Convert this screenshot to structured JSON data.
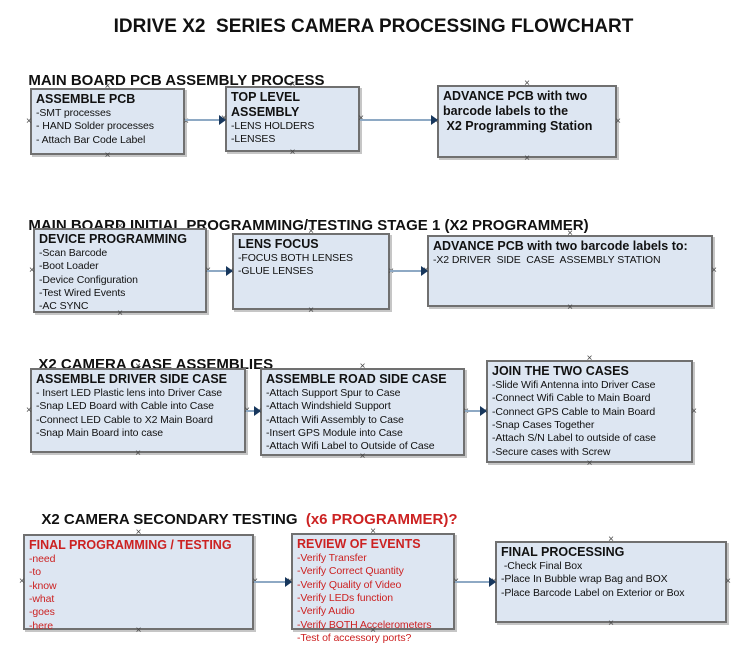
{
  "title": "IDRIVE X2  SERIES CAMERA PROCESSING FLOWCHART",
  "icons": {
    "connection_point": "×",
    "arrowhead": "right-triangle"
  },
  "colors": {
    "box_fill": "#dde6f2",
    "box_border": "#707070",
    "red_text": "#cc2222",
    "arrow_line": "#8ea9c4",
    "arrow_head": "#17375d",
    "marker": "#474747"
  },
  "sections": [
    {
      "heading": "MAIN BOARD PCB ASSEMBLY PROCESS",
      "heading_red": "",
      "boxes": [
        {
          "title": "ASSEMBLE PCB",
          "items": [
            "-SMT processes",
            "- HAND Solder processes",
            "- Attach Bar Code Label"
          ]
        },
        {
          "title": "TOP LEVEL ASSEMBLY",
          "items": [
            "-LENS HOLDERS",
            "-LENSES"
          ]
        },
        {
          "title": "ADVANCE PCB with two\nbarcode labels to the\n X2 Programming Station",
          "items": []
        }
      ]
    },
    {
      "heading": "MAIN BOARD INITIAL PROGRAMMING/TESTING STAGE 1 (X2 PROGRAMMER)",
      "heading_red": "",
      "boxes": [
        {
          "title": "DEVICE PROGRAMMING",
          "items": [
            "-Scan Barcode",
            "-Boot Loader",
            "-Device Configuration",
            "-Test Wired Events",
            "-AC SYNC"
          ]
        },
        {
          "title": "LENS FOCUS",
          "items": [
            "-FOCUS BOTH LENSES",
            "-GLUE LENSES"
          ]
        },
        {
          "title": "ADVANCE PCB with two barcode labels to:",
          "items": [
            "-X2 DRIVER  SIDE  CASE  ASSEMBLY STATION"
          ]
        }
      ]
    },
    {
      "heading": "X2 CAMERA CASE ASSEMBLIES",
      "heading_red": "",
      "boxes": [
        {
          "title": "ASSEMBLE DRIVER SIDE CASE",
          "items": [
            "- Insert LED Plastic lens into Driver Case",
            "-Snap LED Board with Cable into Case",
            "-Connect LED Cable to X2 Main Board",
            "-Snap Main Board into case"
          ]
        },
        {
          "title": "ASSEMBLE ROAD SIDE CASE",
          "items": [
            "-Attach Support Spur to Case",
            "-Attach Windshield Support",
            "-Attach Wifi Assembly to Case",
            "-Insert GPS Module into Case",
            "-Attach Wifi Label to Outside of Case"
          ]
        },
        {
          "title": "JOIN THE TWO CASES",
          "items": [
            "-Slide Wifi Antenna into Driver Case",
            "-Connect Wifi Cable to Main Board",
            "-Connect GPS Cable to Main Board",
            "-Snap Cases Together",
            "-Attach S/N Label to outside of case",
            "-Secure cases with Screw"
          ]
        }
      ]
    },
    {
      "heading": "X2 CAMERA SECONDARY TESTING ",
      "heading_red": " (x6 PROGRAMMER)?",
      "boxes": [
        {
          "title": "FINAL PROGRAMMING / TESTING",
          "items": [
            "-need",
            "-to",
            "-know",
            "-what",
            "-goes",
            "-here"
          ]
        },
        {
          "title": "REVIEW OF EVENTS",
          "items": [
            "-Verify Transfer",
            "-Verify Correct Quantity",
            "-Verify Quality of Video",
            "-Verify LEDs function",
            "-Verify Audio",
            "-Verify BOTH Accelerometers",
            "-Test of accessory ports?"
          ]
        },
        {
          "title": "FINAL PROCESSING",
          "items": [
            " -Check Final Box",
            "-Place In Bubble wrap Bag and BOX",
            "-Place Barcode Label on Exterior or Box"
          ]
        }
      ]
    }
  ]
}
